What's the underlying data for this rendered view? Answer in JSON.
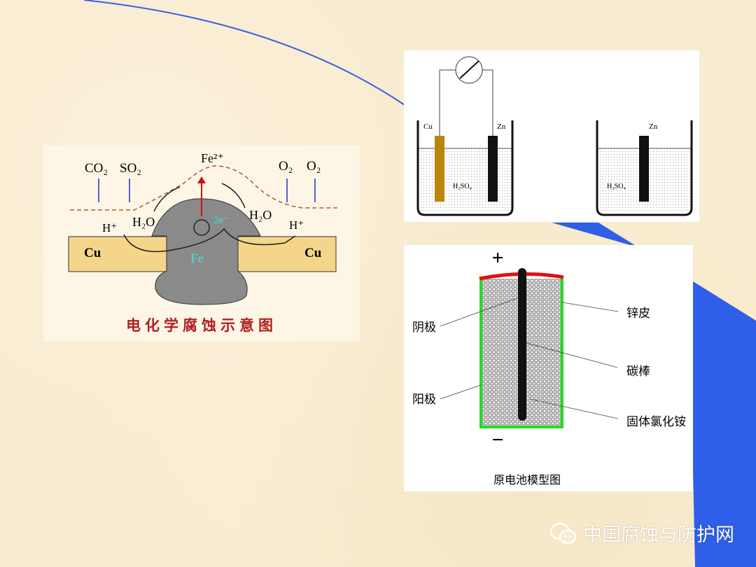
{
  "left_diagram": {
    "title": "电化学腐蚀示意图",
    "labels": {
      "co2": "CO₂",
      "so2": "SO₂",
      "o2_a": "O₂",
      "o2_b": "O₂",
      "fe_ion": "Fe²⁺",
      "h2o_left": "H₂O",
      "h2o_right": "H₂O",
      "h_left": "H⁺",
      "h_right": "H⁺",
      "electrons": "2e⁻",
      "fe": "Fe",
      "cu_left": "Cu",
      "cu_right": "Cu"
    }
  },
  "cell_diagram": {
    "left_beaker": {
      "electrode_a": "Cu",
      "electrode_b": "Zn",
      "solution": "H₂SO₄"
    },
    "right_beaker": {
      "electrode": "Zn",
      "solution": "H₂SO₄"
    }
  },
  "battery_diagram": {
    "title": "原电池模型图",
    "plus": "+",
    "minus": "−",
    "labels": {
      "cathode": "阴极",
      "anode": "阳极",
      "zinc_shell": "锌皮",
      "carbon_rod": "碳棒",
      "electrolyte": "固体氯化铵"
    }
  },
  "watermark": {
    "text": "中国腐蚀与防护网"
  },
  "colors": {
    "accent_blue": "#2f5ee8",
    "copper": "#f5d58a",
    "iron": "#8a8a8a",
    "red": "#e01010",
    "green": "#22dd22"
  }
}
